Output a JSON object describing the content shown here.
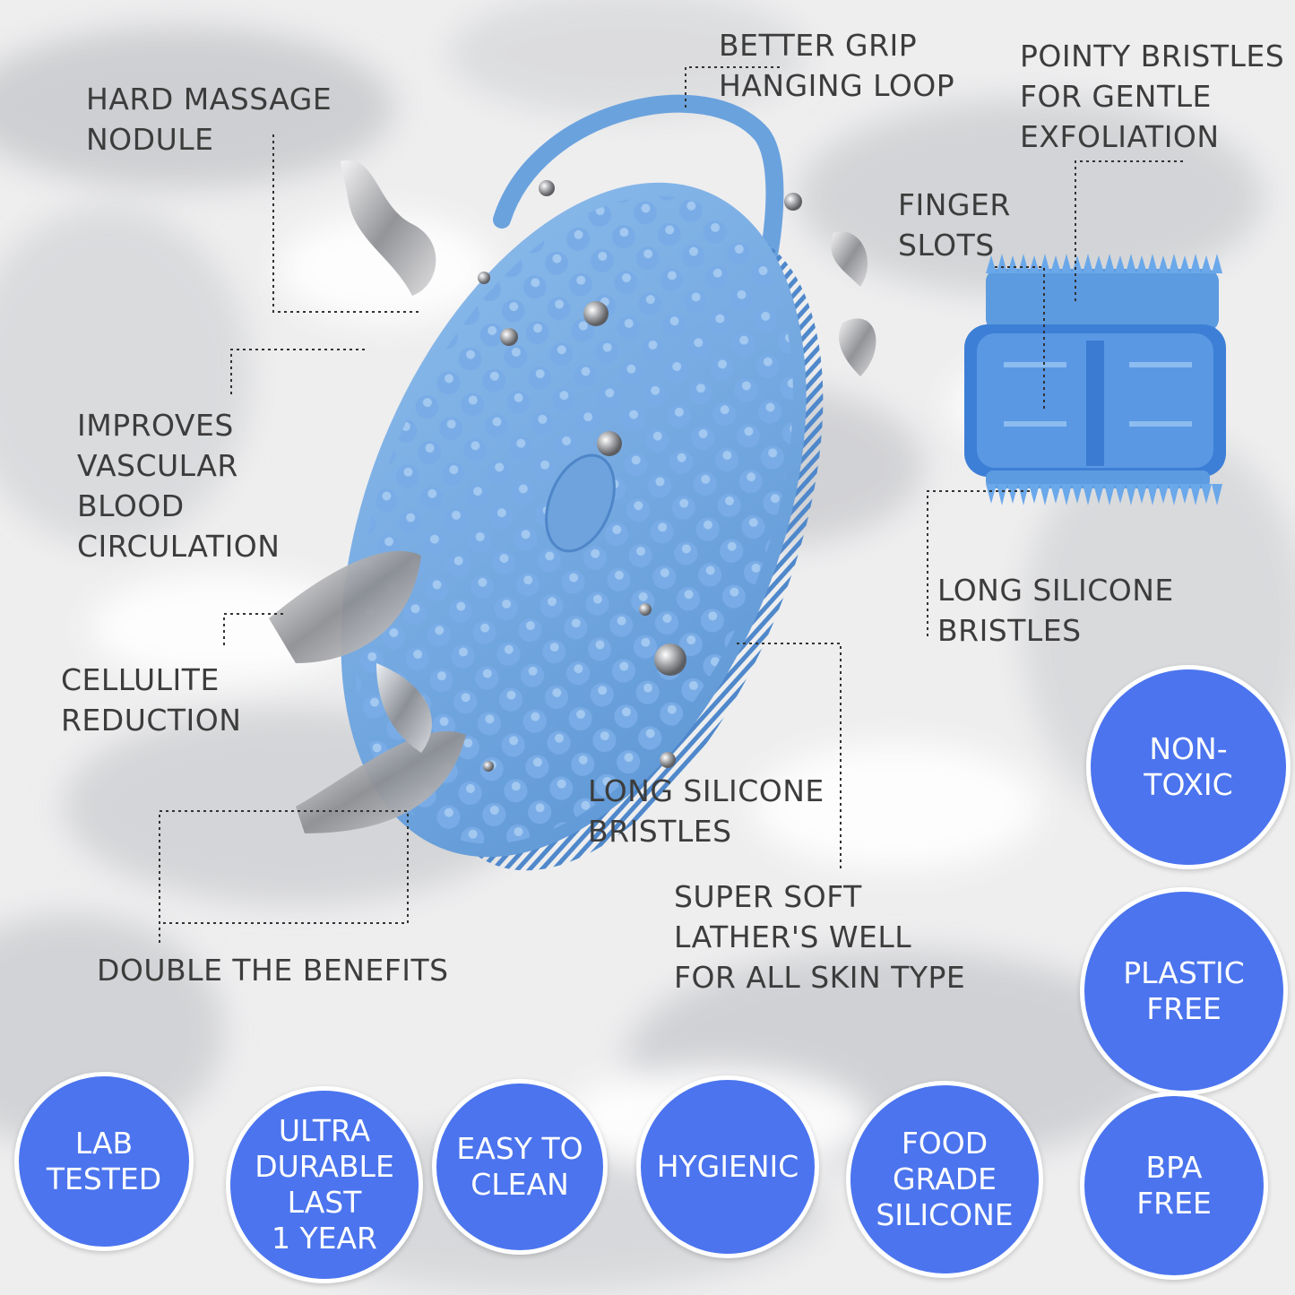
{
  "labels": {
    "hard_massage": "HARD MASSAGE\nNODULE",
    "better_grip": "BETTER GRIP\nHANGING LOOP",
    "pointy_bristles": "POINTY BRISTLES\nFOR GENTLE\nEXFOLIATION",
    "finger_slots": "FINGER\nSLOTS",
    "vascular": "IMPROVES\nVASCULAR\nBLOOD\nCIRCULATION",
    "long_silicone_right": "LONG SILICONE\nBRISTLES",
    "cellulite": "CELLULITE\nREDUCTION",
    "long_silicone_center": "LONG SILICONE\nBRISTLES",
    "super_soft": "SUPER SOFT\nLATHER'S WELL\nFOR ALL SKIN TYPE",
    "double_benefits": "DOUBLE THE BENEFITS"
  },
  "badges": {
    "non_toxic": "NON-\nTOXIC",
    "plastic_free": "PLASTIC\nFREE",
    "bpa_free": "BPA\nFREE",
    "lab_tested": "LAB\nTESTED",
    "ultra_durable": "ULTRA\nDURABLE\nLAST\n1 YEAR",
    "easy_clean": "EASY TO\nCLEAN",
    "hygienic": "HYGIENIC",
    "food_grade": "FOOD\nGRADE\nSILICONE"
  },
  "colors": {
    "badge": "#4b74ee",
    "product": "#6aa2de",
    "text": "#3c3c3c"
  }
}
